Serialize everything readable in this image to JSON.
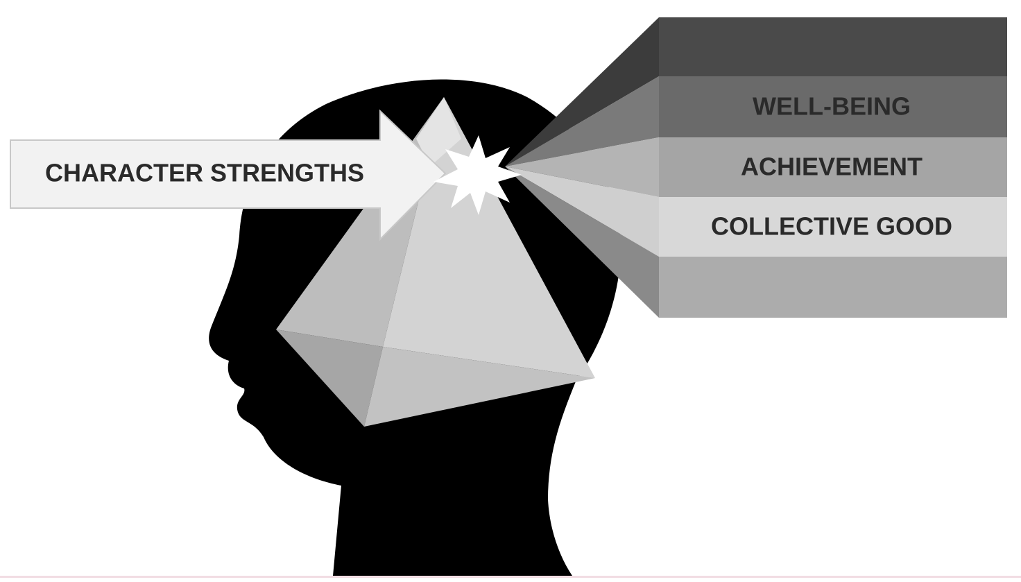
{
  "input_label": "CHARACTER STRENGTHS",
  "outputs": [
    {
      "label": "",
      "color": "#4a4a4a"
    },
    {
      "label": "WELL-BEING",
      "color": "#6a6a6a"
    },
    {
      "label": "ACHIEVEMENT",
      "color": "#a5a5a5"
    },
    {
      "label": "COLLECTIVE GOOD",
      "color": "#d8d8d8"
    },
    {
      "label": "",
      "color": "#acacac"
    }
  ],
  "colors": {
    "silhouette": "#000000",
    "arrow_fill": "#f2f2f2",
    "arrow_stroke": "#c8c8c8",
    "prism_light": "#d3d3d3",
    "prism_mid": "#bdbdbd",
    "prism_dark": "#a6a6a6",
    "burst": "#ffffff",
    "text": "#2a2a2a"
  }
}
